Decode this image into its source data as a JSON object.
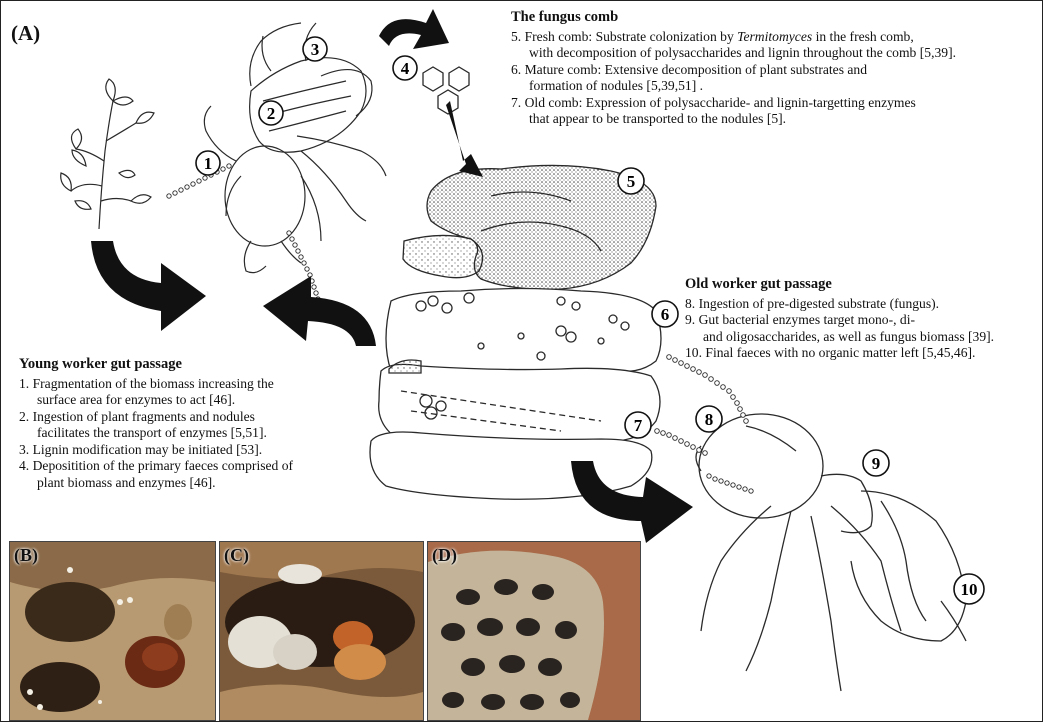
{
  "panel_labels": {
    "a": "(A)",
    "b": "(B)",
    "c": "(C)",
    "d": "(D)"
  },
  "fungus_comb": {
    "title": "The fungus comb",
    "items": [
      {
        "lines": [
          "5. Fresh comb: Substrate colonization by ",
          "Termitomyces",
          " in the fresh comb,"
        ]
      },
      {
        "cont": "with decomposition of polysaccharides and lignin throughout the comb [5,39]."
      },
      {
        "text": "6. Mature comb: Extensive decomposition of plant substrates and"
      },
      {
        "cont": "formation of nodules [5,39,51] ."
      },
      {
        "text": "7. Old comb: Expression of polysaccharide- and lignin-targetting enzymes"
      },
      {
        "cont": "that appear to be transported to the nodules [5]."
      }
    ]
  },
  "old_worker": {
    "title": "Old worker gut passage",
    "lines": [
      "8. Ingestion of pre-digested substrate (fungus).",
      "9. Gut bacterial enzymes target mono-, di-",
      "and oligosaccharides, as well as fungus biomass [39].",
      "10. Final faeces with no organic matter left [5,45,46]."
    ]
  },
  "young_worker": {
    "title": "Young worker gut passage",
    "lines": [
      "1. Fragmentation of the biomass increasing the",
      "surface area for enzymes to act [46].",
      "2. Ingestion of plant fragments and nodules",
      "facilitates the transport of enzymes [5,51].",
      "3. Lignin modification may be initiated [53].",
      "4. Depositition of the primary faeces comprised of",
      "plant biomass and enzymes [46]."
    ]
  },
  "step_numbers": [
    "1",
    "2",
    "3",
    "4",
    "5",
    "6",
    "7",
    "8",
    "9",
    "10"
  ],
  "colors": {
    "arrow": "#111111",
    "line_art": "#2a2a2a",
    "photo_b_bg": "#b89a72",
    "photo_c_bg": "#7a5a3a",
    "photo_d_bg": "#a86a48"
  }
}
